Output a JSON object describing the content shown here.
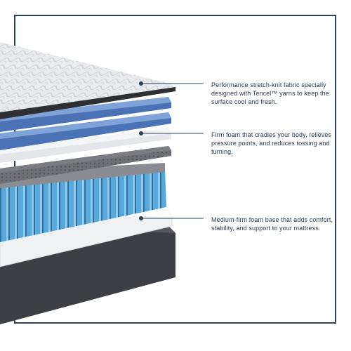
{
  "callouts": [
    {
      "text": "Performance stretch-knit fabric specially designed with Tencel™ yarns to keep the surface cool and fresh."
    },
    {
      "text": "Firm foam that cradles your body, relieves pressure points, and reduces tossing and turning."
    },
    {
      "text": "Medium-firm foam base that adds comfort, stability, and support to your mattress."
    }
  ],
  "colors": {
    "frame": "#2f4257",
    "text": "#2d3d52",
    "blue_foam": "#5b84c4",
    "coil": "#5aa8d8",
    "base": "#45474c"
  }
}
